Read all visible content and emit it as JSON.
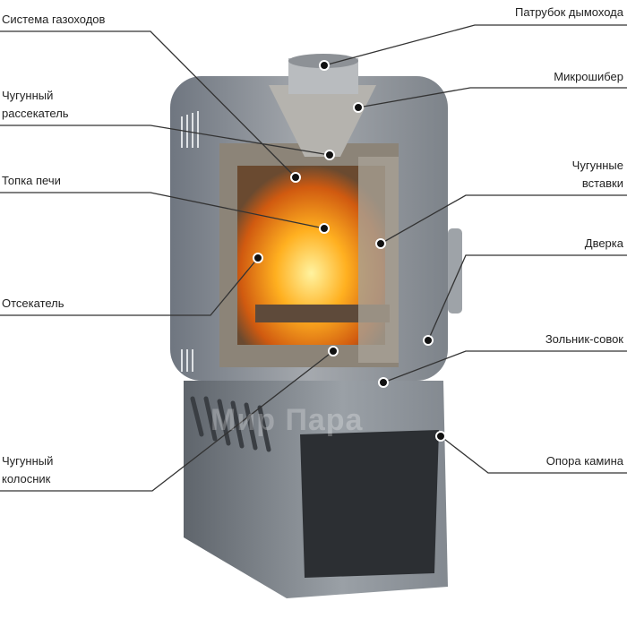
{
  "labels": {
    "gas_system": "Система газоходов",
    "chimney_pipe": "Патрубок дымохода",
    "divider_1": "Чугунный",
    "divider_2": "рассекатель",
    "micro_damper": "Микрошибер",
    "firebox": "Топка печи",
    "inserts_1": "Чугунные",
    "inserts_2": "вставки",
    "door": "Дверка",
    "cutoff": "Отсекатель",
    "ash_pan": "Зольник-совок",
    "grate_1": "Чугунный",
    "grate_2": "колосник",
    "support": "Опора камина"
  },
  "watermark": "Мир Пара"
}
